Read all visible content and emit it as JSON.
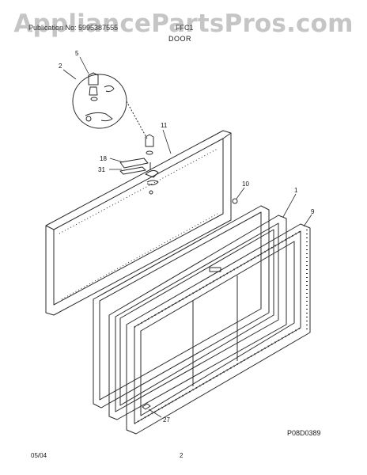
{
  "watermark": "AppliancePartsPros.com",
  "header": {
    "left": "Publication No: 5995387555",
    "model": "FFC1",
    "title": "DOOR"
  },
  "diagram_code": "P08D0389",
  "footer": {
    "date": "05/04",
    "page": "2"
  },
  "callouts": [
    "5",
    "2",
    "11",
    "18",
    "31",
    "10",
    "1",
    "9",
    "27"
  ]
}
